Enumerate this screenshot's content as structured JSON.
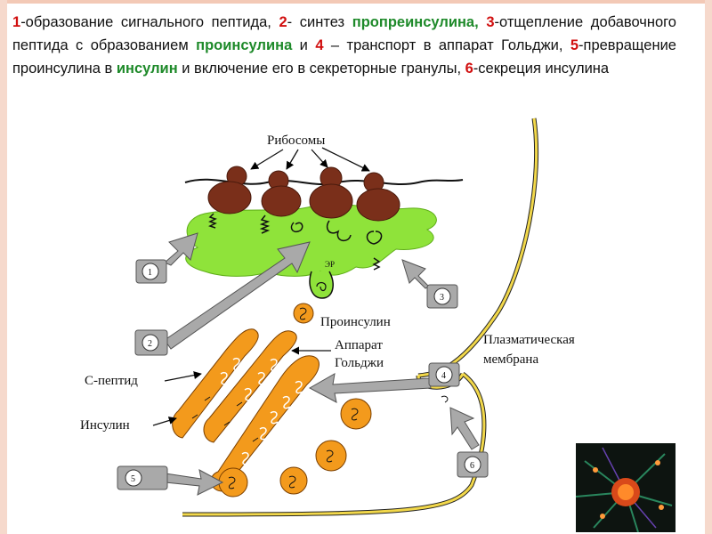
{
  "caption": {
    "n1": "1",
    "t1": "-образование сигнального пептида, ",
    "n2": "2",
    "t2": "- синтез ",
    "g1": "пропреинсулина,",
    "t3": " ",
    "n3": "3",
    "t4": "-отщепление добавочного пептида с образованием ",
    "g2": "проинсулина",
    "t5": " и ",
    "n4": "4",
    "t6": " – транспорт в аппарат Гольджи, ",
    "n5": "5",
    "t7": "-превращение проинсулина в ",
    "g3": "инсулин",
    "t8": " и включение его в секреторные гранулы, ",
    "n6": "6",
    "t9": "-секреция инсулина"
  },
  "diagram": {
    "ribosomes": "Рибосомы",
    "er": "ЭР",
    "proinsulin": "Проинсулин",
    "golgi_line1": "Аппарат",
    "golgi_line2": "Гольджи",
    "membrane_line1": "Плазматическая",
    "membrane_line2": "мембрана",
    "c_peptide": "С-пептид",
    "insulin": "Инсулин",
    "step_labels": [
      "1",
      "2",
      "3",
      "4",
      "5",
      "6"
    ]
  },
  "colors": {
    "step_number": "#d10f0f",
    "highlight": "#1e8a2a",
    "er": "#8fe33a",
    "ribosome": "#7a2f1a",
    "golgi": "#f39a1c",
    "membrane": "#f2d84a",
    "arrow": "#a9a9a9"
  }
}
